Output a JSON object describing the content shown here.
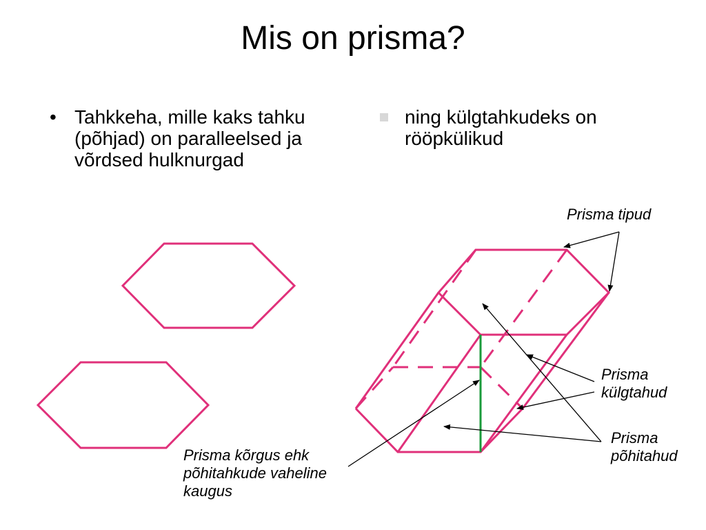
{
  "slide": {
    "title": "Mis on prisma?",
    "bullet_left": {
      "marker": "•",
      "text": "Tahkkeha, mille kaks tahku (põhjad) on paralleelsed ja võrdsed hulknurgad"
    },
    "bullet_right": {
      "text": "ning külgtahkudeks on rööpkülikud"
    }
  },
  "diagram": {
    "colors": {
      "edges": "#e0307a",
      "height": "#1a9a3a",
      "arrows": "#000000"
    },
    "labels": {
      "vertices": "Prisma tipud",
      "lateral_line1": "Prisma",
      "lateral_line2": "külgtahud",
      "bases_line1": "Prisma",
      "bases_line2": "põhitahud",
      "height_line1": "Prisma kõrgus ehk",
      "height_line2": "põhitahkude vaheline",
      "height_line3": "kaugus"
    }
  }
}
